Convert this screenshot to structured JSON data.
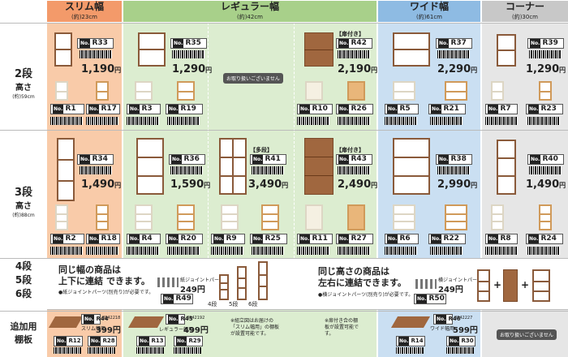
{
  "columns": [
    {
      "title": "スリム幅",
      "width": "(約)23cm",
      "color": "#f6b892",
      "hdr": "#f39a6a"
    },
    {
      "title": "レギュラー幅",
      "width": "(約)42cm",
      "color": "#d7ebc9",
      "hdr": "#a8d08a"
    },
    {
      "title": "ワイド幅",
      "width": "(約)61cm",
      "color": "#c6dcf1",
      "hdr": "#8ebbe3"
    },
    {
      "title": "コーナー",
      "width": "(約)30cm",
      "color": "#e3e3e3",
      "hdr": "#c8c8c8"
    }
  ],
  "rows": [
    {
      "big": "2段",
      "sub": "高さ",
      "size": "(約)59cm"
    },
    {
      "big": "3段",
      "sub": "高さ",
      "size": "(約)88cm"
    },
    {
      "big": "4段\n5段\n6段"
    },
    {
      "big": "追加用\n棚板"
    }
  ],
  "row2": {
    "R33": {
      "code": "R33",
      "barcode": "8842126",
      "price": "1,190",
      "yen": "円"
    },
    "R35": {
      "code": "R35",
      "barcode": "8842084",
      "price": "1,290",
      "yen": "円"
    },
    "R42": {
      "code": "R42",
      "barcode": "8842169",
      "price": "2,190",
      "yen": "円",
      "label": "【扉付き】"
    },
    "R37": {
      "code": "R37",
      "barcode": "8842114",
      "price": "2,290",
      "yen": "円"
    },
    "R39": {
      "code": "R39",
      "barcode": "8842158",
      "price": "1,290",
      "yen": "円"
    },
    "small": [
      "R1",
      "R17",
      "R3",
      "R19",
      "R10",
      "R26",
      "R5",
      "R21",
      "R7",
      "R23"
    ],
    "na": "お取り扱いございません"
  },
  "row3": {
    "R34": {
      "code": "R34",
      "barcode": "8842037",
      "price": "1,490",
      "yen": "円"
    },
    "R36": {
      "code": "R36",
      "barcode": "8842051",
      "price": "1,590",
      "yen": "円"
    },
    "R41": {
      "code": "R41",
      "barcode": "8842152",
      "price": "3,490",
      "yen": "円",
      "label": "【多段】"
    },
    "R43": {
      "code": "R43",
      "barcode": "8842176",
      "price": "2,490",
      "yen": "円",
      "label": "【扉付き】"
    },
    "R38": {
      "code": "R38",
      "barcode": "8842121",
      "price": "2,990",
      "yen": "円"
    },
    "R40": {
      "code": "R40",
      "barcode": "8842145",
      "price": "1,490",
      "yen": "円"
    },
    "small": [
      "R2",
      "R18",
      "R4",
      "R20",
      "R9",
      "R25",
      "R11",
      "R27",
      "R6",
      "R22",
      "R8",
      "R24"
    ]
  },
  "row4": {
    "left_title1": "同じ幅の商品は",
    "left_title2": "上下に連結",
    "left_title3": "できます。",
    "left_note": "●紙ジョイントパーツ(別売り)が必要です。",
    "joint_label": "紙ジョイントパーツ",
    "joint_price": "249円",
    "joint_code": "R49",
    "levels": [
      "4段",
      "5段",
      "6段"
    ],
    "right_title1": "同じ高さの商品は",
    "right_title2": "左右に連結できます。",
    "right_note": "●横ジョイントパーツ(別売り)が必要です。",
    "joint2_label": "横ジョイントパーツ",
    "joint2_price": "249円",
    "joint2_code": "R50"
  },
  "row5": {
    "R44": {
      "code": "R44",
      "barcode": "8842218",
      "label": "スリム幅用",
      "price": "399円"
    },
    "R12": {
      "code": "R12"
    },
    "R28": {
      "code": "R28"
    },
    "R45": {
      "code": "R45",
      "barcode": "8842192",
      "label": "レギュラー幅用",
      "price": "499円"
    },
    "R13": {
      "code": "R13"
    },
    "R29": {
      "code": "R29"
    },
    "note1": "※組立図はお届けの「スリム幅用」の棚板が設置可能です。",
    "note2": "※扉付き合の棚板が設置可能です。",
    "R46": {
      "code": "R46",
      "barcode": "8842227",
      "label": "ワイド幅用",
      "price": "599円"
    },
    "R14": {
      "code": "R14"
    },
    "R30": {
      "code": "R30"
    },
    "na": "お取り扱いございません"
  }
}
